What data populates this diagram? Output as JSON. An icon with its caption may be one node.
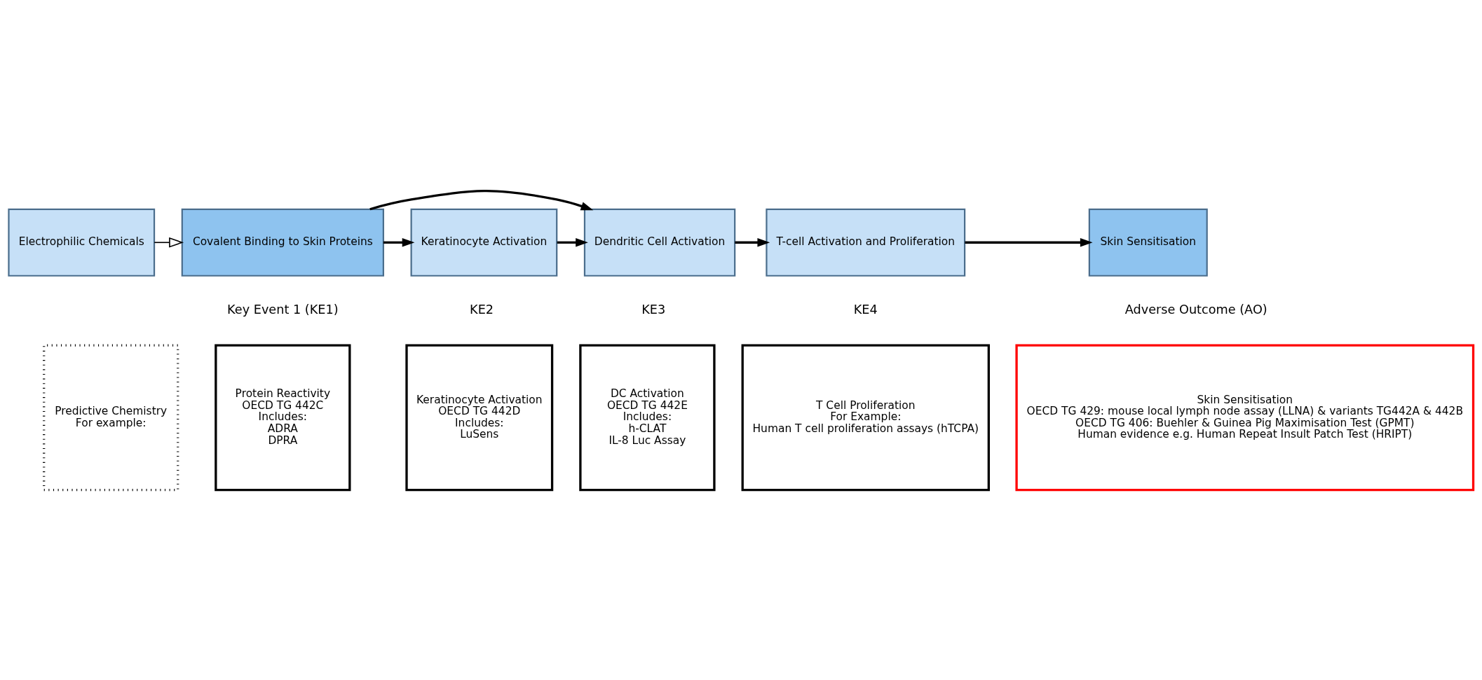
{
  "diagram": {
    "nodes": [
      {
        "text": [
          "Electrophilic Chemicals"
        ]
      },
      {
        "text": [
          "Covalent Binding to Skin Proteins"
        ]
      },
      {
        "text": [
          "Keratinocyte Activation"
        ]
      },
      {
        "text": [
          "Dendritic Cell Activation"
        ]
      },
      {
        "text": [
          "T-cell Activation and Proliferation"
        ]
      },
      {
        "text": [
          "Skin Sensitisation"
        ]
      },
      {
        "text": [
          "Predictive Chemistry",
          "For example:"
        ]
      },
      {
        "text": [
          "Protein Reactivity",
          "OECD TG 442C",
          "Includes:",
          "ADRA",
          "DPRA"
        ]
      },
      {
        "text": [
          "Keratinocyte Activation",
          "OECD TG 442D",
          "Includes:",
          "LuSens"
        ]
      },
      {
        "text": [
          "DC Activation",
          "OECD TG 442E",
          "Includes:",
          "h-CLAT",
          "IL-8 Luc Assay"
        ]
      },
      {
        "text": [
          "T Cell Proliferation",
          "For Example:",
          "Human T cell proliferation assays (hTCPA)"
        ]
      },
      {
        "text": [
          "Skin Sensitisation",
          "OECD TG 429: mouse local lymph node assay (LLNA) & variants TG442A & 442B",
          "OECD TG 406: Buehler & Guinea Pig Maximisation Test (GPMT)",
          "Human evidence e.g. Human Repeat Insult Patch Test (HRIPT)"
        ]
      }
    ],
    "edges": [
      {
        "from": 0,
        "to": 1,
        "arrow": "to"
      },
      {
        "from": 1,
        "to": 2,
        "arrow": "to"
      },
      {
        "from": 2,
        "to": 3,
        "arrow": "to"
      },
      {
        "from": 3,
        "to": 4,
        "arrow": "to"
      },
      {
        "from": 4,
        "to": 5,
        "arrow": "to"
      },
      {
        "from": 1,
        "to": 3,
        "arrow": "to"
      }
    ],
    "labels": [
      "Key Event 1 (KE1)",
      "KE2",
      "KE3",
      "KE4",
      "Adverse Outcome (AO)"
    ]
  }
}
